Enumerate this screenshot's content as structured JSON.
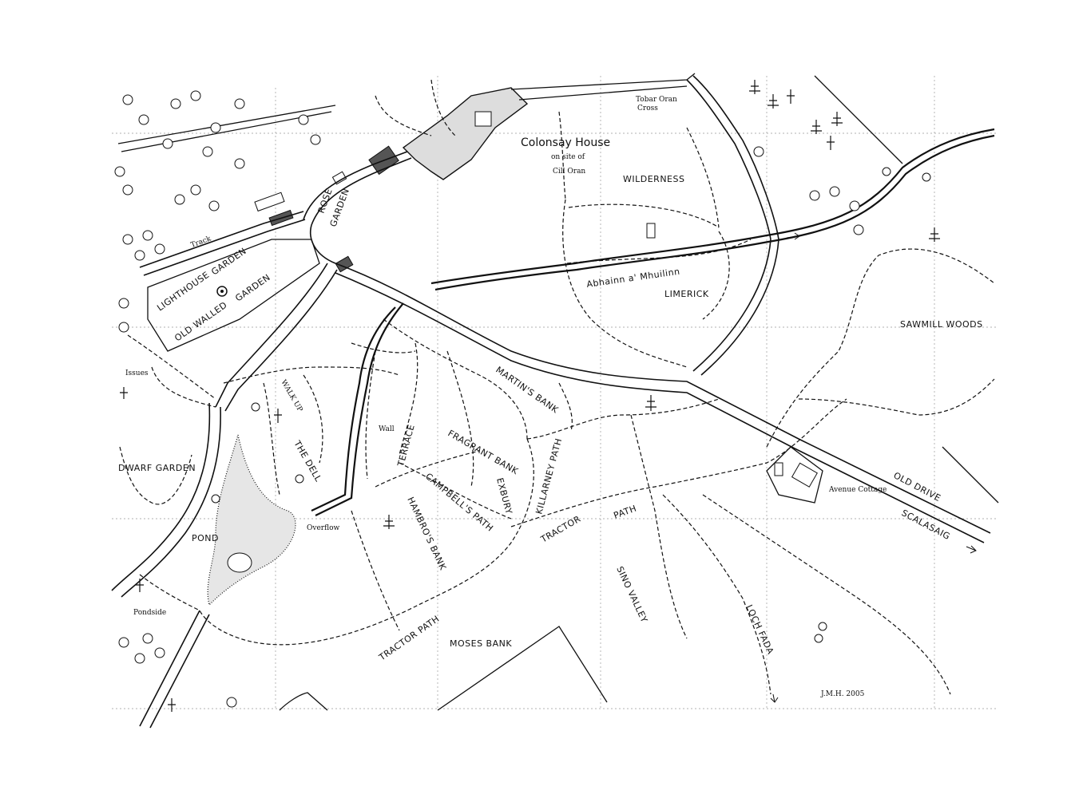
{
  "map": {
    "labels": {
      "colonsay_house": "Colonsay House",
      "site_note": "on site of",
      "cill_oran": "Cill Oran",
      "tobar_oran": "Tobar Oran",
      "cross": "Cross",
      "wilderness": "WILDERNESS",
      "rose": "ROSE",
      "garden": "GARDEN",
      "track": "Track",
      "lighthouse": "LIGHTHOUSE",
      "lh_garden": "GARDEN",
      "old_walled": "OLD WALLED",
      "ow_garden": "GARDEN",
      "issues": "Issues",
      "abhainn": "Abhainn a' Mhuilinn",
      "limerick": "LIMERICK",
      "sawmill_woods": "SAWMILL WOODS",
      "martins_bank": "MARTIN'S BANK",
      "killarney_path": "KILLARNEY PATH",
      "fragrant_bank": "FRAGRANT BANK",
      "terrace": "TERRACE",
      "wall": "Wall",
      "the_dell": "THE DELL",
      "walk_up": "WALK UP",
      "dwarf_garden": "DWARF GARDEN",
      "pond": "POND",
      "overflow": "Overflow",
      "pondside": "Pondside",
      "campbells_path": "CAMPBELL'S PATH",
      "hambros_bank": "HAMBRO'S BANK",
      "exbury": "EXBURY",
      "tractor_path_1": "TRACTOR",
      "tractor_path_2": "PATH",
      "tractor_path_long": "TRACTOR PATH",
      "moses_bank": "MOSES BANK",
      "sino_valley": "SINO VALLEY",
      "loch_fada": "LOCH FADA",
      "avenue_cottage": "Avenue Cottage",
      "old_drive": "OLD DRIVE",
      "scalasaig": "SCALASAIG",
      "signature": "J.M.H. 2005"
    }
  }
}
